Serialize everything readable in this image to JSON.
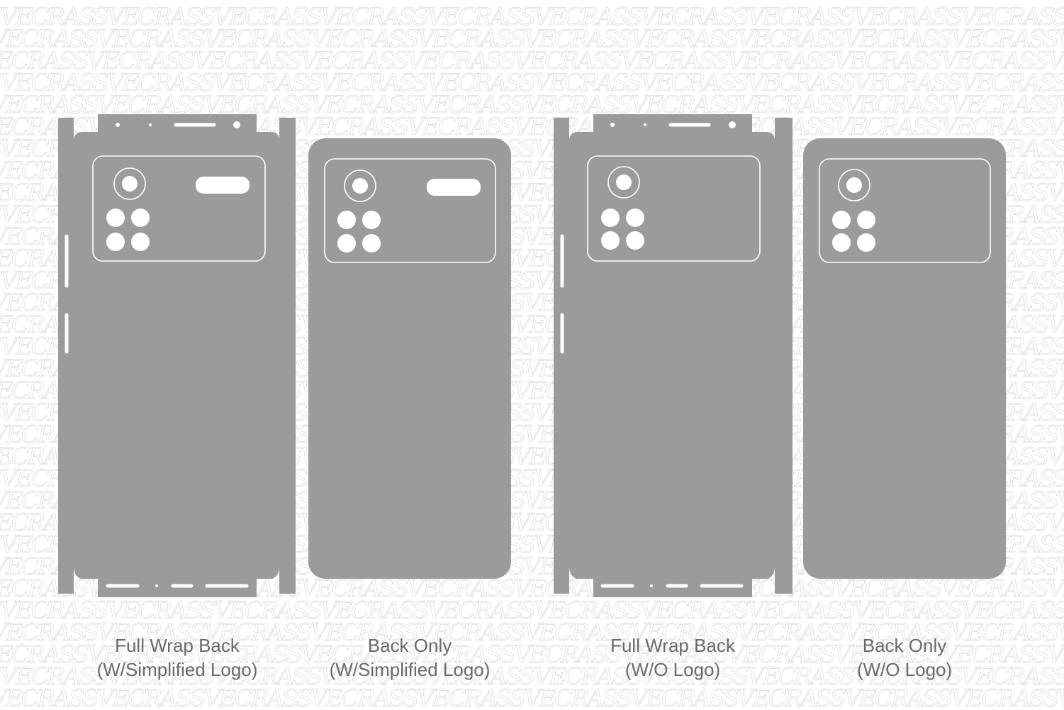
{
  "watermark": {
    "text": "SVECRAS"
  },
  "colors": {
    "skin": "#9b9b9b",
    "cutout_line": "#ffffff",
    "caption": "#6a6a6a"
  },
  "templates": [
    {
      "caption_line1": "Full Wrap Back",
      "caption_line2": "(W/Simplified Logo)",
      "logo": true
    },
    {
      "caption_line1": "Back Only",
      "caption_line2": "(W/Simplified Logo)",
      "logo": true
    },
    {
      "caption_line1": "Full Wrap Back",
      "caption_line2": "(W/O Logo)",
      "logo": false
    },
    {
      "caption_line1": "Back Only",
      "caption_line2": "(W/O Logo)",
      "logo": false
    }
  ]
}
